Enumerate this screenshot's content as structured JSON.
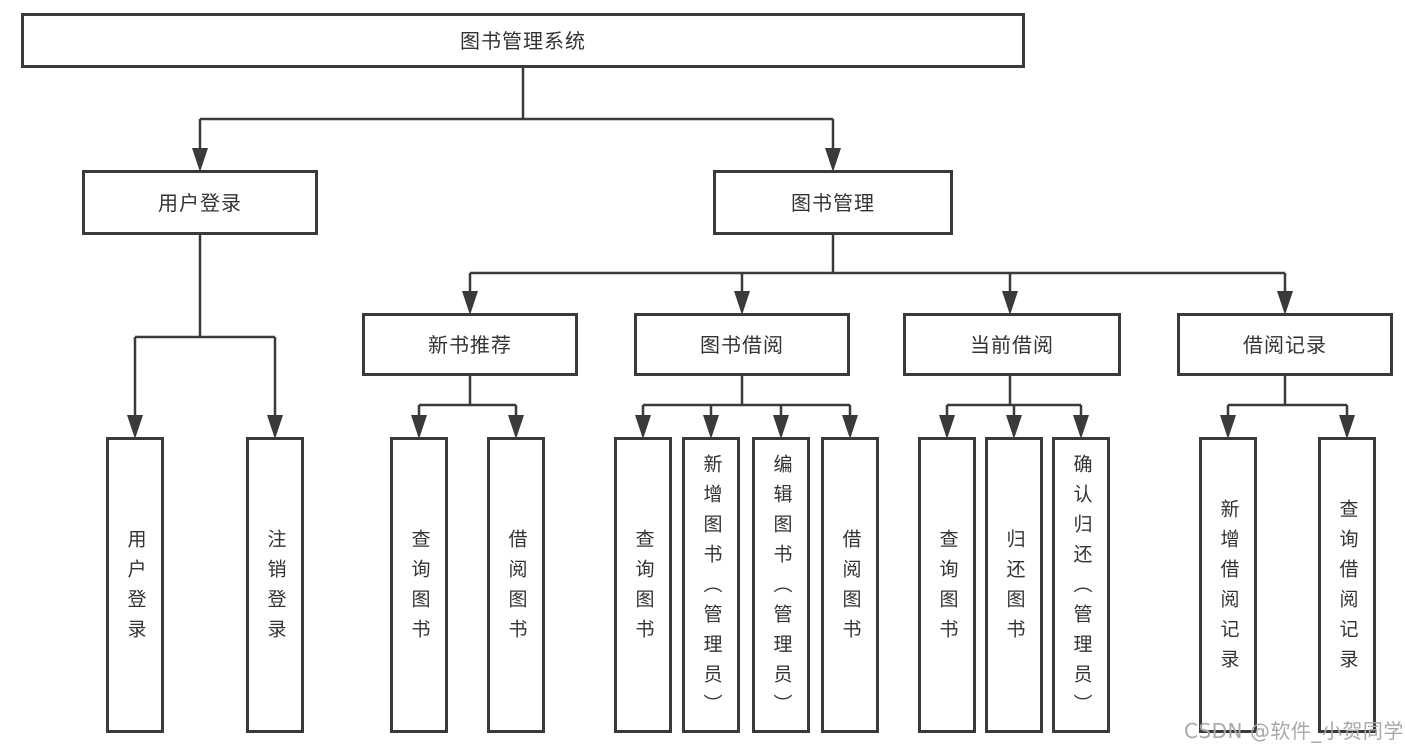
{
  "colors": {
    "line": "#3a3a3a",
    "text": "#333333",
    "watermark": "#a9a9a9",
    "background": "#ffffff"
  },
  "diagram": {
    "root": {
      "label": "图书管理系统"
    },
    "branches": [
      {
        "label": "用户登录",
        "children": [
          {
            "label": "用户登录"
          },
          {
            "label": "注销登录"
          }
        ]
      },
      {
        "label": "图书管理",
        "children": [
          {
            "label": "新书推荐",
            "children": [
              {
                "label": "查询图书"
              },
              {
                "label": "借阅图书"
              }
            ]
          },
          {
            "label": "图书借阅",
            "children": [
              {
                "label": "查询图书"
              },
              {
                "label": "新增图书（管理员）"
              },
              {
                "label": "编辑图书（管理员）"
              },
              {
                "label": "借阅图书"
              }
            ]
          },
          {
            "label": "当前借阅",
            "children": [
              {
                "label": "查询图书"
              },
              {
                "label": "归还图书"
              },
              {
                "label": "确认归还（管理员）"
              }
            ]
          },
          {
            "label": "借阅记录",
            "children": [
              {
                "label": "新增借阅记录"
              },
              {
                "label": "查询借阅记录"
              }
            ]
          }
        ]
      }
    ]
  },
  "watermark": {
    "text": "CSDN @软件_小贺同学"
  }
}
